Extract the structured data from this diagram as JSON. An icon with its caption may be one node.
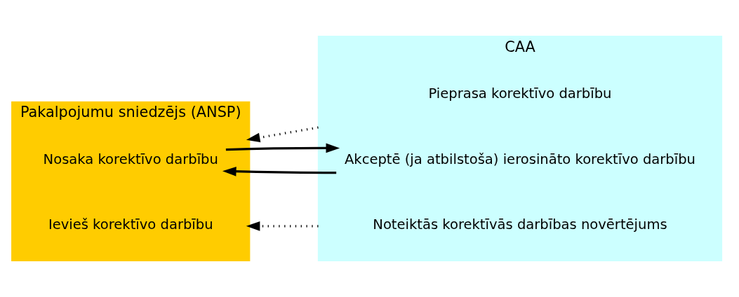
{
  "diagram": {
    "nodes": [
      {
        "text": [
          "Pakalpojumu sniedzējs (ANSP)"
        ]
      },
      {
        "text": [
          "Nosaka korektīvo darbību"
        ],
        "in": 0
      },
      {
        "text": [
          "Ievieš korektīvo darbību"
        ],
        "in": 0
      },
      {
        "text": [
          "CAA"
        ]
      },
      {
        "text": [
          "Pieprasa korektīvo darbību"
        ],
        "in": 3
      },
      {
        "text": [
          "Akceptē (ja atbilstoša) ierosināto korektīvo darbību"
        ],
        "in": 3
      },
      {
        "text": [
          "Noteiktās korektīvās darbības novērtējums"
        ],
        "in": 3
      }
    ],
    "edges": [
      {
        "from": 3,
        "to": 0,
        "arrow": "to",
        "style": "dashed"
      },
      {
        "from": 1,
        "to": 5,
        "arrow": "to"
      },
      {
        "from": 5,
        "to": 1,
        "arrow": "to"
      },
      {
        "from": 3,
        "to": 0,
        "arrow": "to",
        "style": "dashed"
      }
    ]
  }
}
